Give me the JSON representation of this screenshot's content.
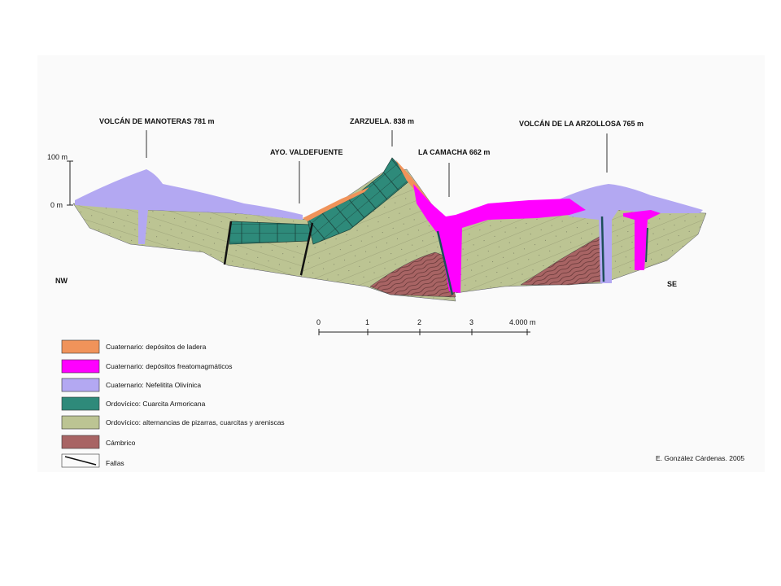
{
  "labels": {
    "manoteras": "VOLCÁN DE MANOTERAS  781 m",
    "valdefuente": "AYO. VALDEFUENTE",
    "zarzuela": "ZARZUELA. 838 m",
    "camacha": "LA CAMACHA 662 m",
    "arzollosa": "VOLCÁN DE LA ARZOLLOSA 765 m"
  },
  "axis": {
    "top": "100 m",
    "zero": "0 m"
  },
  "orientation": {
    "left": "NW",
    "right": "SE"
  },
  "scale": {
    "ticks": [
      "0",
      "1",
      "2",
      "3",
      "4.000 m"
    ]
  },
  "legend": [
    {
      "color": "#f0935a",
      "text": "Cuaternario: depósitos de ladera"
    },
    {
      "color": "#ff00ff",
      "text": "Cuaternario: depósitos freatomagmáticos"
    },
    {
      "color": "#b3a8f2",
      "text": "Cuaternario:  Nefelitita Olivínica"
    },
    {
      "color": "#2e8a7a",
      "text": "Ordovícico: Cuarcita Armoricana"
    },
    {
      "color": "#bcc493",
      "text": "Ordovícico: alternancias de pizarras, cuarcitas y areniscas"
    },
    {
      "color": "#a86464",
      "text": "Cámbrico"
    },
    {
      "color": "none",
      "text": "Fallas"
    }
  ],
  "credit": "E. González Cárdenas. 2005"
}
